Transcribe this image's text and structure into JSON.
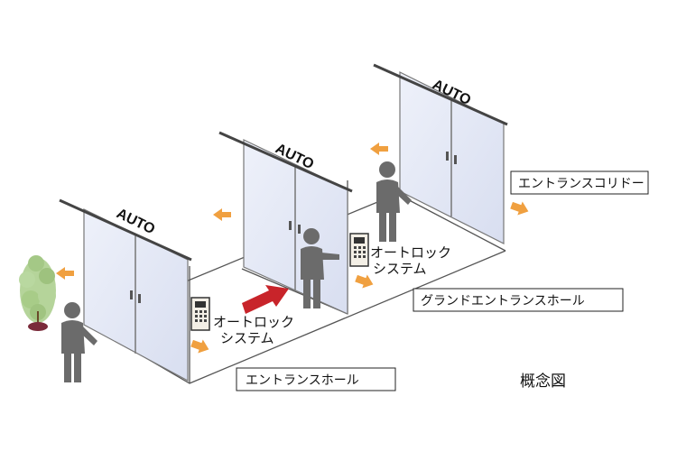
{
  "doors": {
    "door1_label": "AUTO",
    "door2_label": "AUTO",
    "door3_label": "AUTO"
  },
  "autolock_1": {
    "line1": "オートロック",
    "line2": "システム"
  },
  "autolock_2": {
    "line1": "オートロック",
    "line2": "システム"
  },
  "areas": {
    "entrance_hall": "エントランスホール",
    "grand_entrance_hall": "グランドエントランスホール",
    "entrance_corridor": "エントランスコリドー"
  },
  "caption": "概念図",
  "colors": {
    "glass": "#e3e8f5",
    "frame": "#5a5a5a",
    "person": "#6b6b6b",
    "orange_arrow": "#f0a040",
    "red_arrow": "#c8242a",
    "tree": "#a8cc88"
  },
  "icons": [
    "tree-icon",
    "person-icon",
    "intercom-icon",
    "arrow-icon"
  ]
}
